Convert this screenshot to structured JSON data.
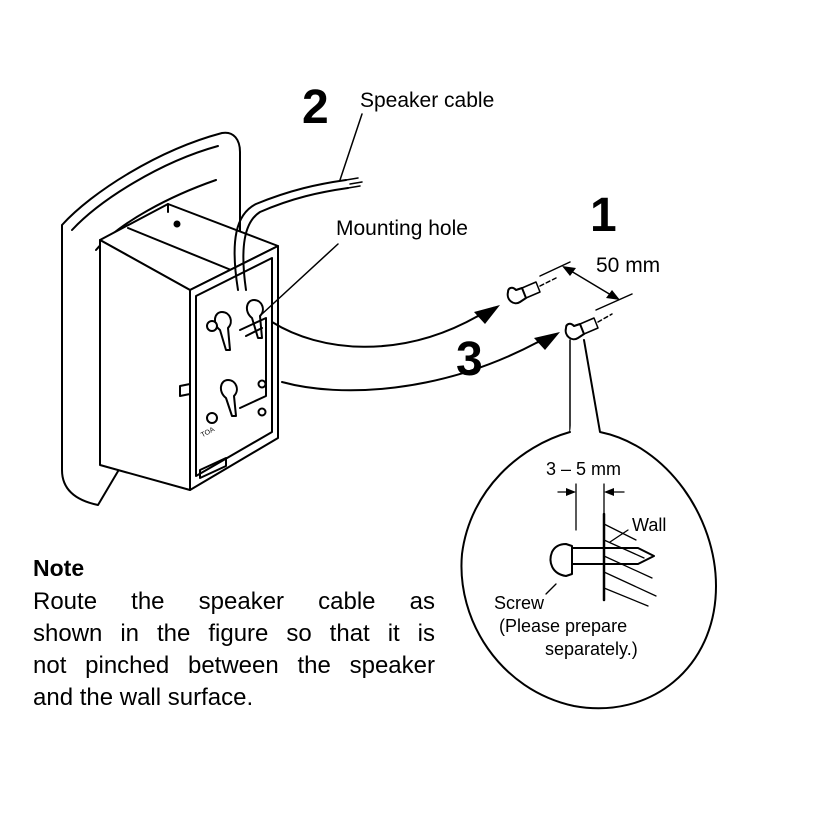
{
  "labels": {
    "step_2": "2",
    "step_1": "1",
    "step_3": "3",
    "speaker_cable": "Speaker cable",
    "mounting_hole": "Mounting hole",
    "spacing": "50 mm",
    "protrusion": "3 – 5 mm",
    "wall": "Wall",
    "screw": "Screw",
    "screw_note_line1": "(Please prepare",
    "screw_note_line2": "separately.)",
    "brand": "TOA"
  },
  "note": {
    "title": "Note",
    "lines": [
      "Route the speaker cable as",
      "shown in the figure so that it is",
      "not pinched between the speaker",
      "and the wall surface."
    ]
  }
}
